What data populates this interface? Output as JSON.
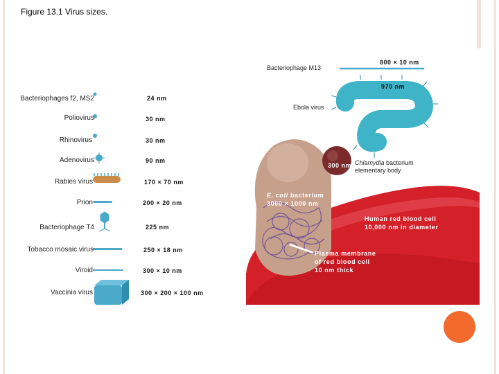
{
  "title": "Figure 13.1 Virus sizes.",
  "viruses": [
    {
      "name": "Bacteriophages f2, MS2",
      "size": "24 nm"
    },
    {
      "name": "Poliovirus",
      "size": "30 nm"
    },
    {
      "name": "Rhinovirus",
      "size": "30 nm"
    },
    {
      "name": "Adenovirus",
      "size": "90 nm"
    },
    {
      "name": "Rabies virus",
      "size": "170 × 70 nm"
    },
    {
      "name": "Prion",
      "size": "200 × 20 nm"
    },
    {
      "name": "Bacteriophage T4",
      "size": "225 nm"
    },
    {
      "name": "Tobacco mosaic virus",
      "size": "250 × 18 nm"
    },
    {
      "name": "Viroid",
      "size": "300 × 10 nm"
    },
    {
      "name": "Vaccinia virus",
      "size": "300 × 200 × 100 nm"
    }
  ],
  "m13": {
    "name": "Bacteriophage M13",
    "size": "800 × 10 nm"
  },
  "ebola": {
    "name": "Ebola virus",
    "size": "970 nm"
  },
  "chlamydia": {
    "size": "300 nm",
    "name_italic": "Chlamydia",
    "name_rest": "bacterium",
    "line2": "elementary body"
  },
  "ecoli": {
    "name_italic": "E. coli",
    "name_rest": "bacterium",
    "size": "3000 × 1000 nm"
  },
  "rbc": {
    "line1": "Human red blood cell",
    "line2": "10,000 nm in diameter"
  },
  "membrane": {
    "line1": "Plasma membrane",
    "line2": "of red blood cell",
    "line3": "10 nm thick"
  },
  "colors": {
    "virus": "#4aa8c8",
    "rbc": "#d9232b",
    "ecoli": "#c49a86",
    "chlamydia": "#7a2a2a",
    "accent": "#f26b2c"
  }
}
